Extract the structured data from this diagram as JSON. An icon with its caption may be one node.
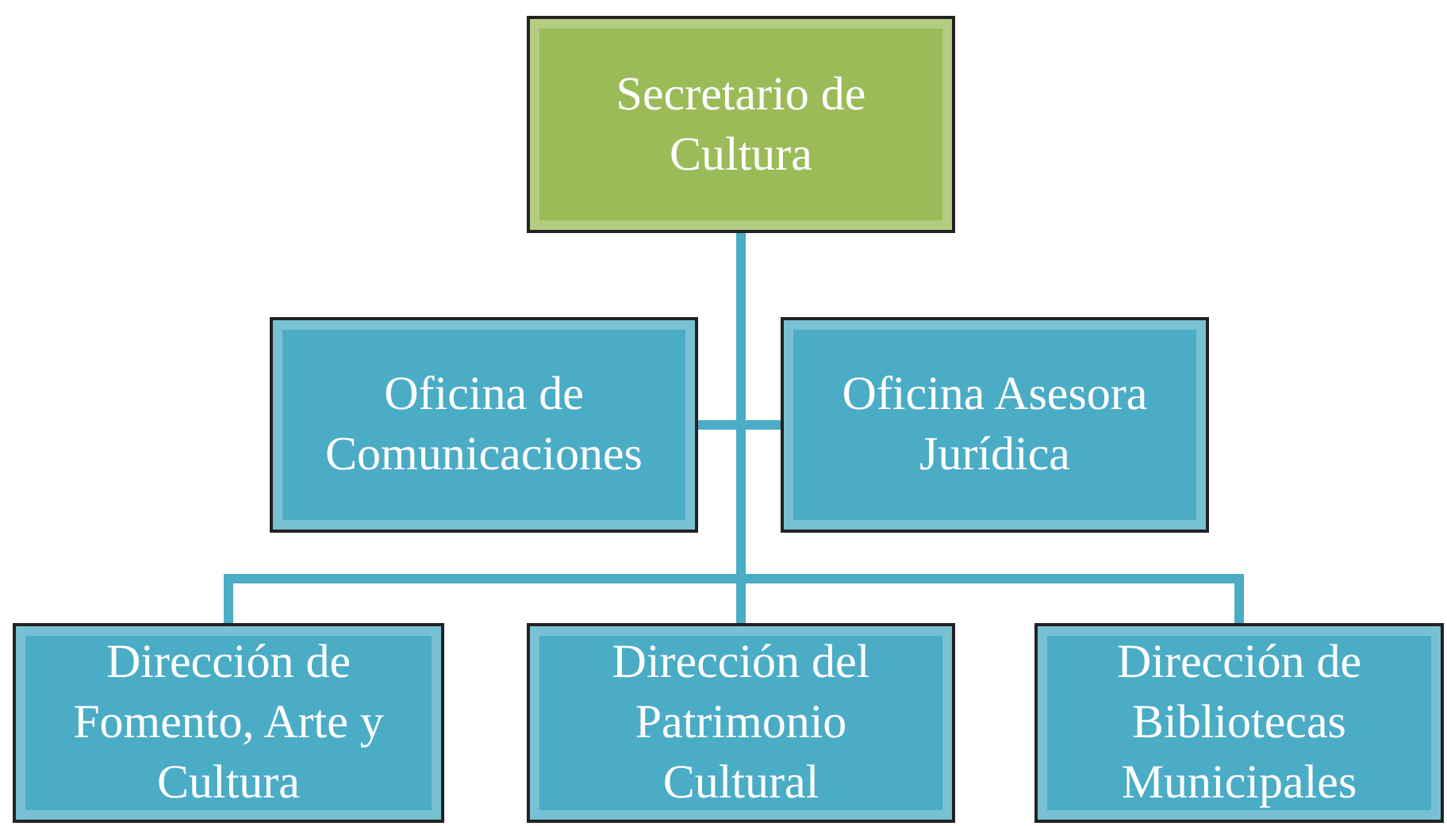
{
  "diagram": {
    "nodes": [
      {
        "text": [
          "Secretario de Cultura"
        ]
      },
      {
        "text": [
          "Oficina de Comunicaciones"
        ]
      },
      {
        "text": [
          "Oficina Asesora Jurídica"
        ]
      },
      {
        "text": [
          "Dirección de Fomento, Arte y Cultura"
        ]
      },
      {
        "text": [
          "Dirección del Patrimonio Cultural"
        ]
      },
      {
        "text": [
          "Dirección de Bibliotecas Municipales"
        ]
      }
    ],
    "edges": [
      {
        "from": 0,
        "to": 1,
        "arrow": "none"
      },
      {
        "from": 0,
        "to": 2,
        "arrow": "none"
      },
      {
        "from": 0,
        "to": 3,
        "arrow": "none"
      },
      {
        "from": 0,
        "to": 4,
        "arrow": "none"
      },
      {
        "from": 0,
        "to": 5,
        "arrow": "none"
      }
    ]
  }
}
